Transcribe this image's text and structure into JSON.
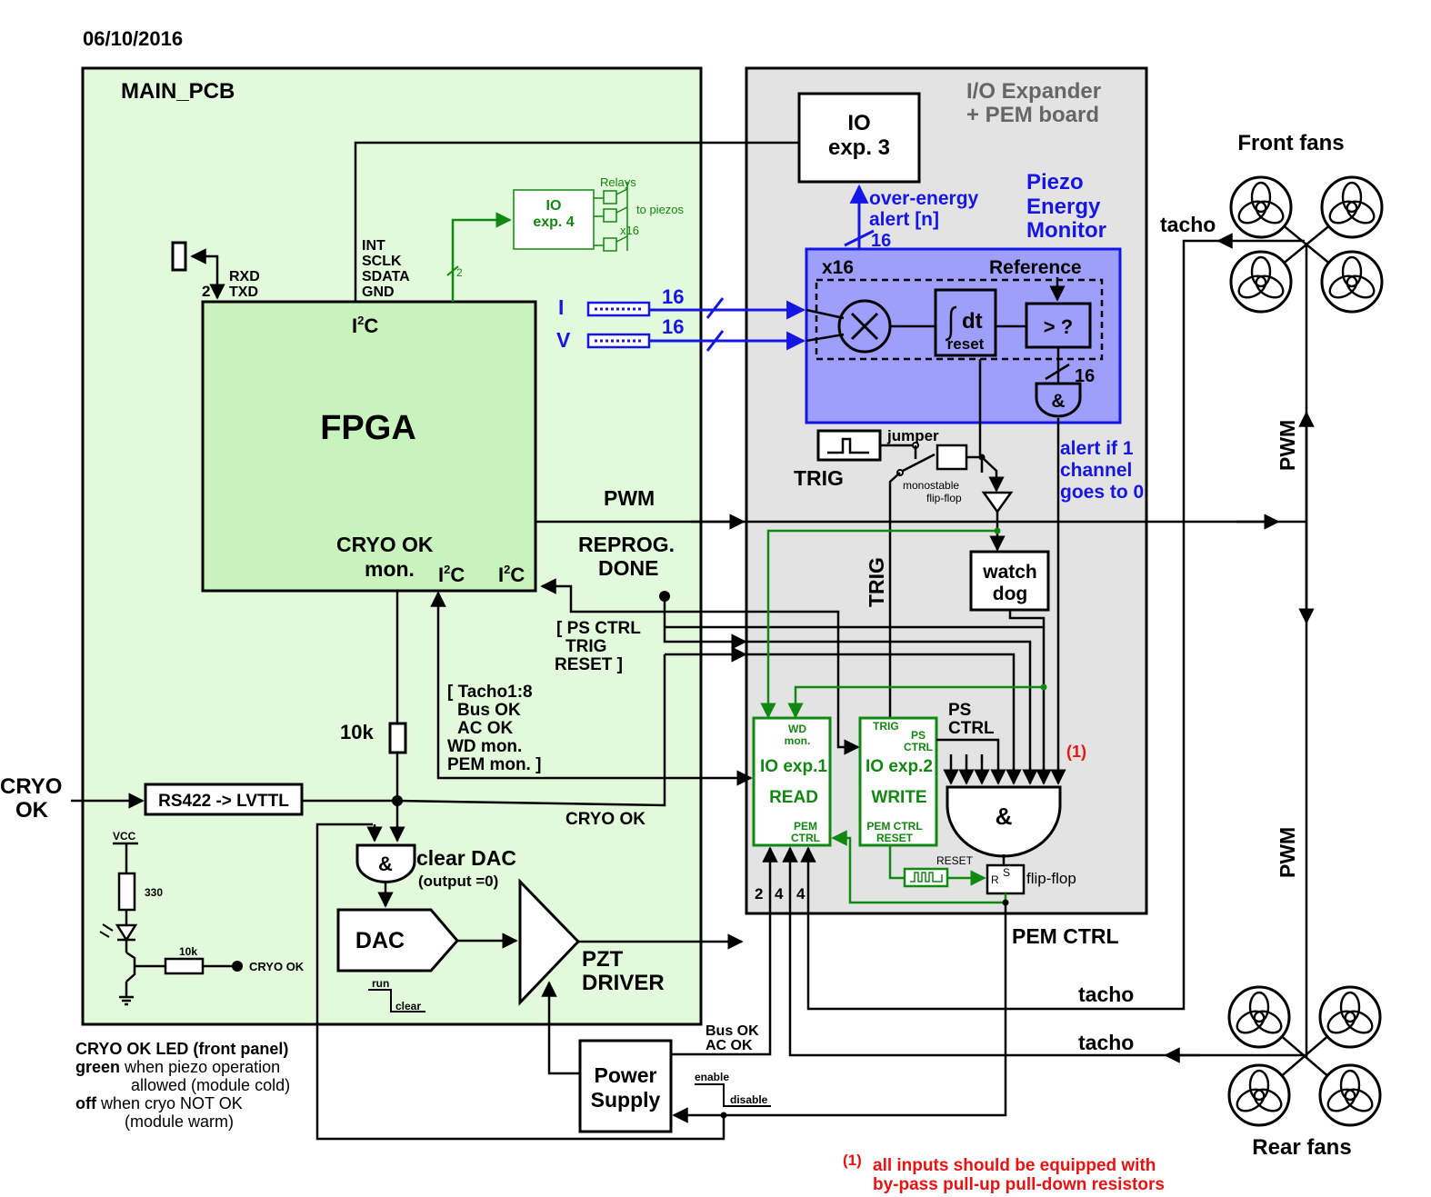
{
  "date": "06/10/2016",
  "main_pcb": "MAIN_PCB",
  "io_board": [
    "I/O Expander",
    "+ PEM board"
  ],
  "io_exp3": [
    "IO",
    "exp. 3"
  ],
  "io_exp4": [
    "IO",
    "exp. 4"
  ],
  "relays": "Relays",
  "to_piezos": "to piezos",
  "x16_small": "x16",
  "bus_count_2": "2",
  "uart_count": "2",
  "uart": [
    "RXD",
    "TXD"
  ],
  "i2c_bus": [
    "INT",
    "SCLK",
    "SDATA",
    "GND"
  ],
  "i2c": "I",
  "i2c_sup": "2",
  "i2c_c": "C",
  "fpga": "FPGA",
  "cryo_ok_mon": [
    "CRYO OK",
    "mon."
  ],
  "pwm": "PWM",
  "reprog_done": [
    "REPROG.",
    "DONE"
  ],
  "ps_ctrl_group": [
    "[ PS CTRL",
    "TRIG",
    "RESET ]"
  ],
  "tacho_group": [
    "[ Tacho1:8",
    "Bus OK",
    "AC OK",
    "WD mon.",
    "PEM mon. ]"
  ],
  "r10k": "10k",
  "cryo_ok_in": [
    "CRYO",
    "OK"
  ],
  "rs422": "RS422 -> LVTTL",
  "cryo_ok": "CRYO OK",
  "and_sym": "&",
  "clear_dac": [
    "clear DAC",
    "(output =0)"
  ],
  "dac": "DAC",
  "pzt_driver": [
    "PZT",
    "DRIVER"
  ],
  "run": "run",
  "clear": "clear",
  "led": {
    "vcc": "VCC",
    "r330": "330",
    "r10k": "10k",
    "cryo_ok": "CRYO OK"
  },
  "led_note": [
    {
      "bold": "CRYO OK LED (front panel)",
      "rest": ""
    },
    {
      "bold": "green",
      "rest": " when piezo operation"
    },
    {
      "bold": "",
      "rest": "allowed (module cold)"
    },
    {
      "bold": "off",
      "rest": " when cryo NOT OK"
    },
    {
      "bold": "",
      "rest": "(module warm)"
    }
  ],
  "pem": {
    "title": [
      "Piezo",
      "Energy",
      "Monitor"
    ],
    "over_energy": [
      "over-energy",
      "alert [n]"
    ],
    "count16": "16",
    "x16": "x16",
    "reference": "Reference",
    "i": "I",
    "v": "V",
    "multiply": "×",
    "integ": "dt",
    "reset": "reset",
    "compare": "> ?",
    "alert": [
      "alert if 1",
      "channel",
      "goes to 0"
    ]
  },
  "trig": "TRIG",
  "jumper": "jumper",
  "monostable": [
    "monostable",
    "flip-flop"
  ],
  "watchdog": [
    "watch",
    "dog"
  ],
  "io1": {
    "wd": [
      "WD",
      "mon."
    ],
    "name": [
      "IO exp.1",
      "READ"
    ],
    "pem": [
      "PEM",
      "CTRL"
    ]
  },
  "io2": {
    "trig": "TRIG",
    "ps": [
      "PS",
      "CTRL"
    ],
    "name": [
      "IO exp.2",
      "WRITE"
    ],
    "pem": [
      "PEM CTRL",
      "RESET"
    ]
  },
  "ps_ctrl": [
    "PS",
    "CTRL"
  ],
  "note_mark": "(1)",
  "reset": "RESET",
  "ff": {
    "r": "R",
    "s": "S",
    "label": "flip-flop"
  },
  "pem_ctrl": "PEM CTRL",
  "bus_counts": [
    "2",
    "4",
    "4"
  ],
  "tacho": "tacho",
  "front_fans": "Front fans",
  "rear_fans": "Rear fans",
  "bus_ok": [
    "Bus OK",
    "AC OK"
  ],
  "power_supply": [
    "Power",
    "Supply"
  ],
  "enable": "enable",
  "disable": "disable",
  "footnote": [
    "all inputs should be equipped  with",
    "by-pass pull-up pull-down resistors"
  ],
  "colors": {
    "green_fill": "#e2fadb",
    "grey_fill": "#e3e3e3",
    "pem_fill": "#9e9efb",
    "blue": "#1515e6",
    "green": "#118811",
    "red": "#ee1111"
  }
}
